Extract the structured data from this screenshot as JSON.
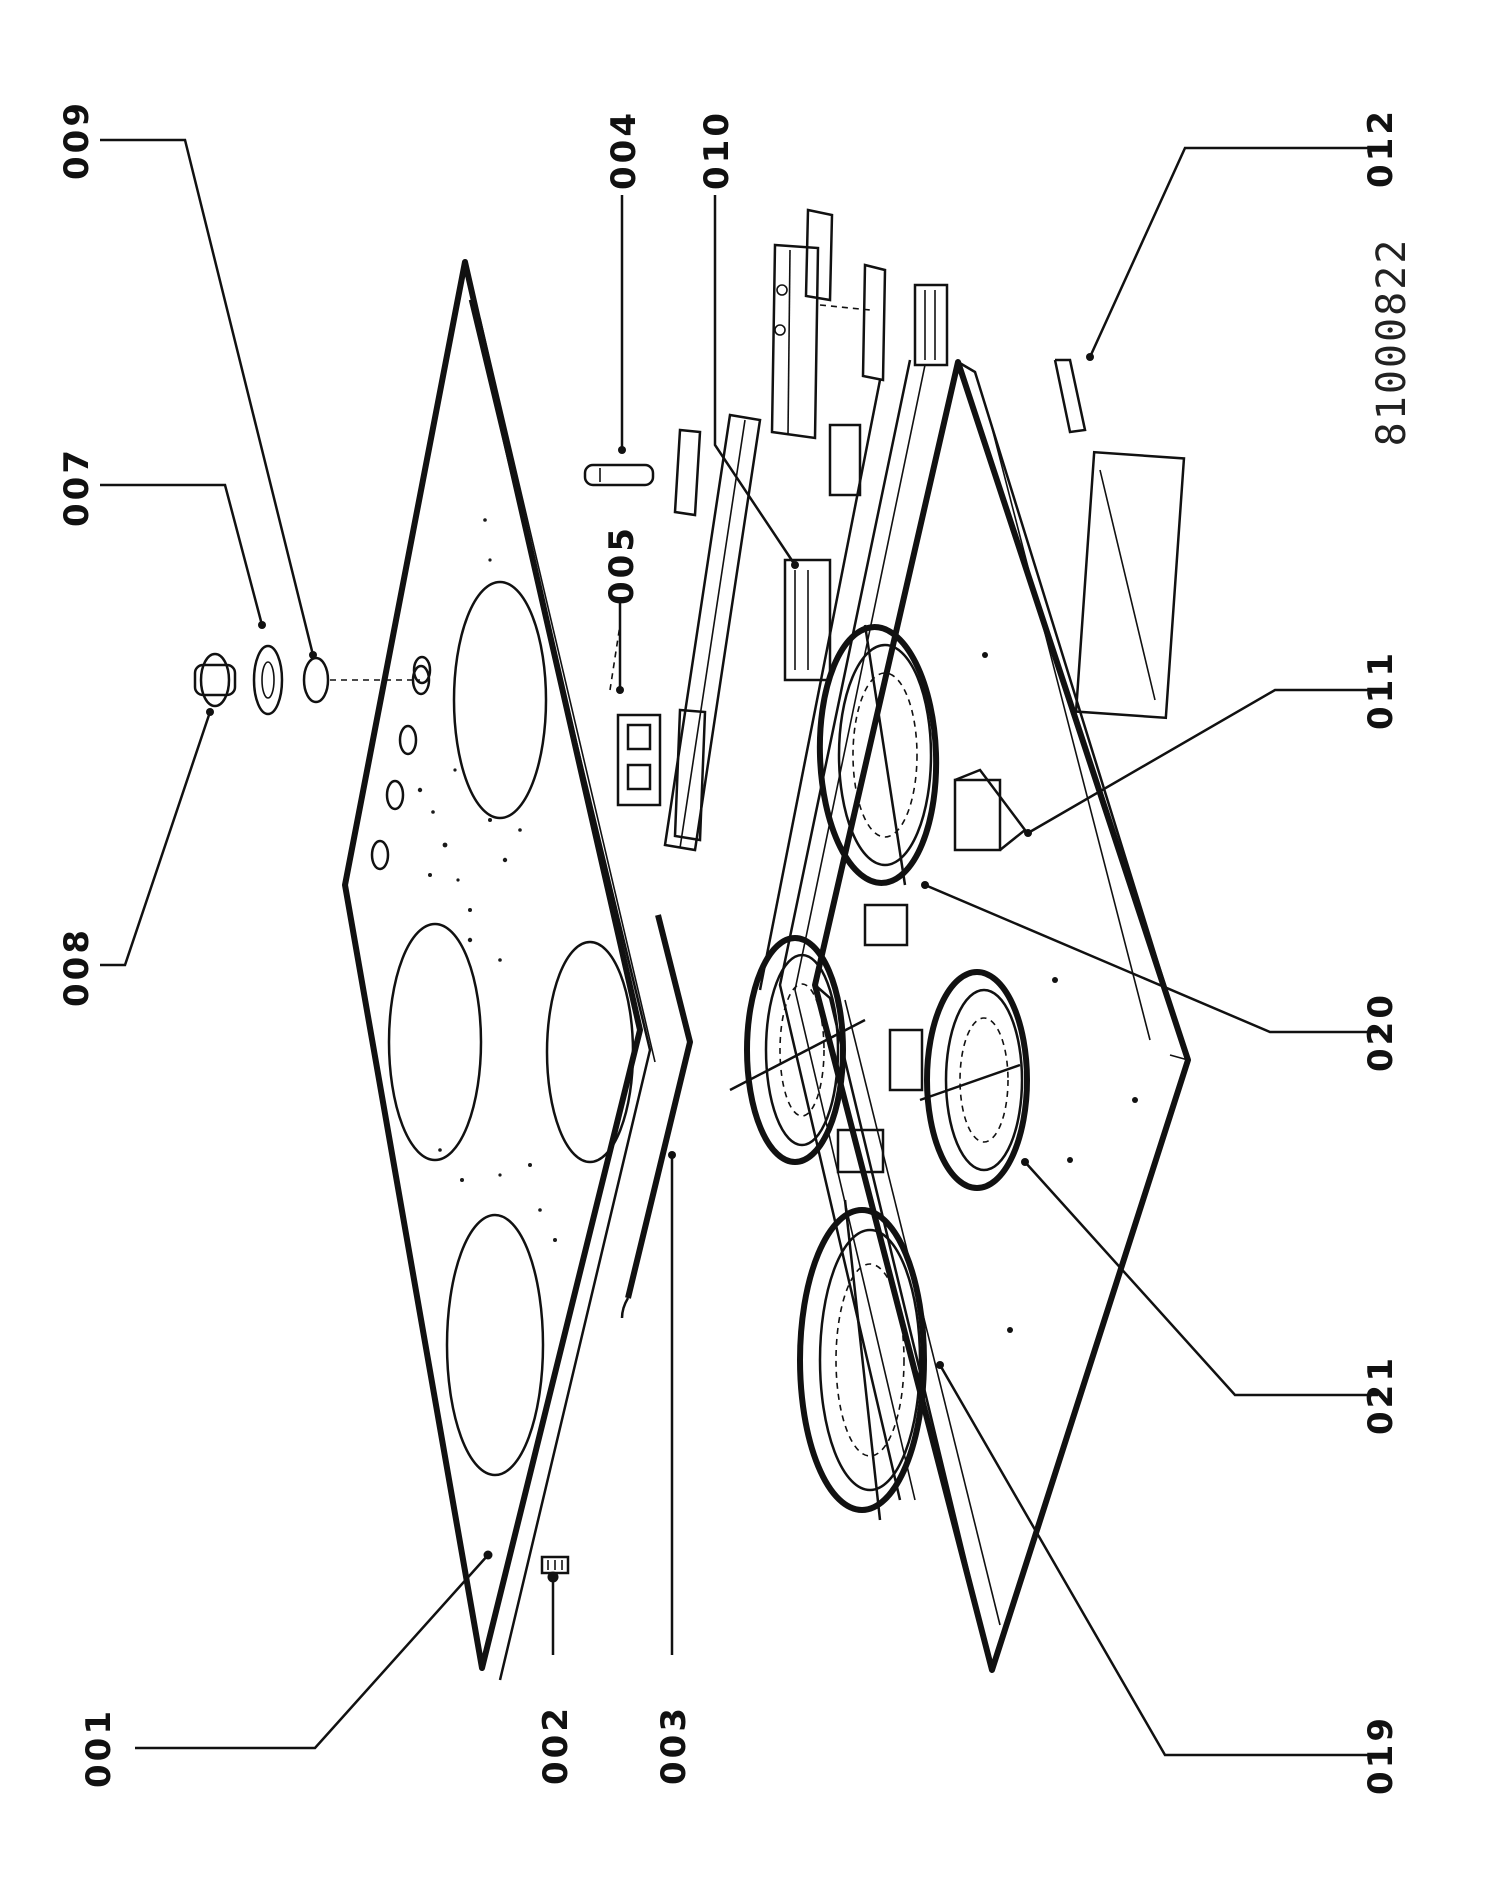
{
  "drawing": {
    "id_number": "81000822",
    "callouts": [
      {
        "key": "c001",
        "label": "001"
      },
      {
        "key": "c002",
        "label": "002"
      },
      {
        "key": "c003",
        "label": "003"
      },
      {
        "key": "c004",
        "label": "004"
      },
      {
        "key": "c005",
        "label": "005"
      },
      {
        "key": "c007",
        "label": "007"
      },
      {
        "key": "c008",
        "label": "008"
      },
      {
        "key": "c009",
        "label": "009"
      },
      {
        "key": "c010",
        "label": "010"
      },
      {
        "key": "c011",
        "label": "011"
      },
      {
        "key": "c012",
        "label": "012"
      },
      {
        "key": "c019",
        "label": "019"
      },
      {
        "key": "c020",
        "label": "020"
      },
      {
        "key": "c021",
        "label": "021"
      }
    ]
  }
}
